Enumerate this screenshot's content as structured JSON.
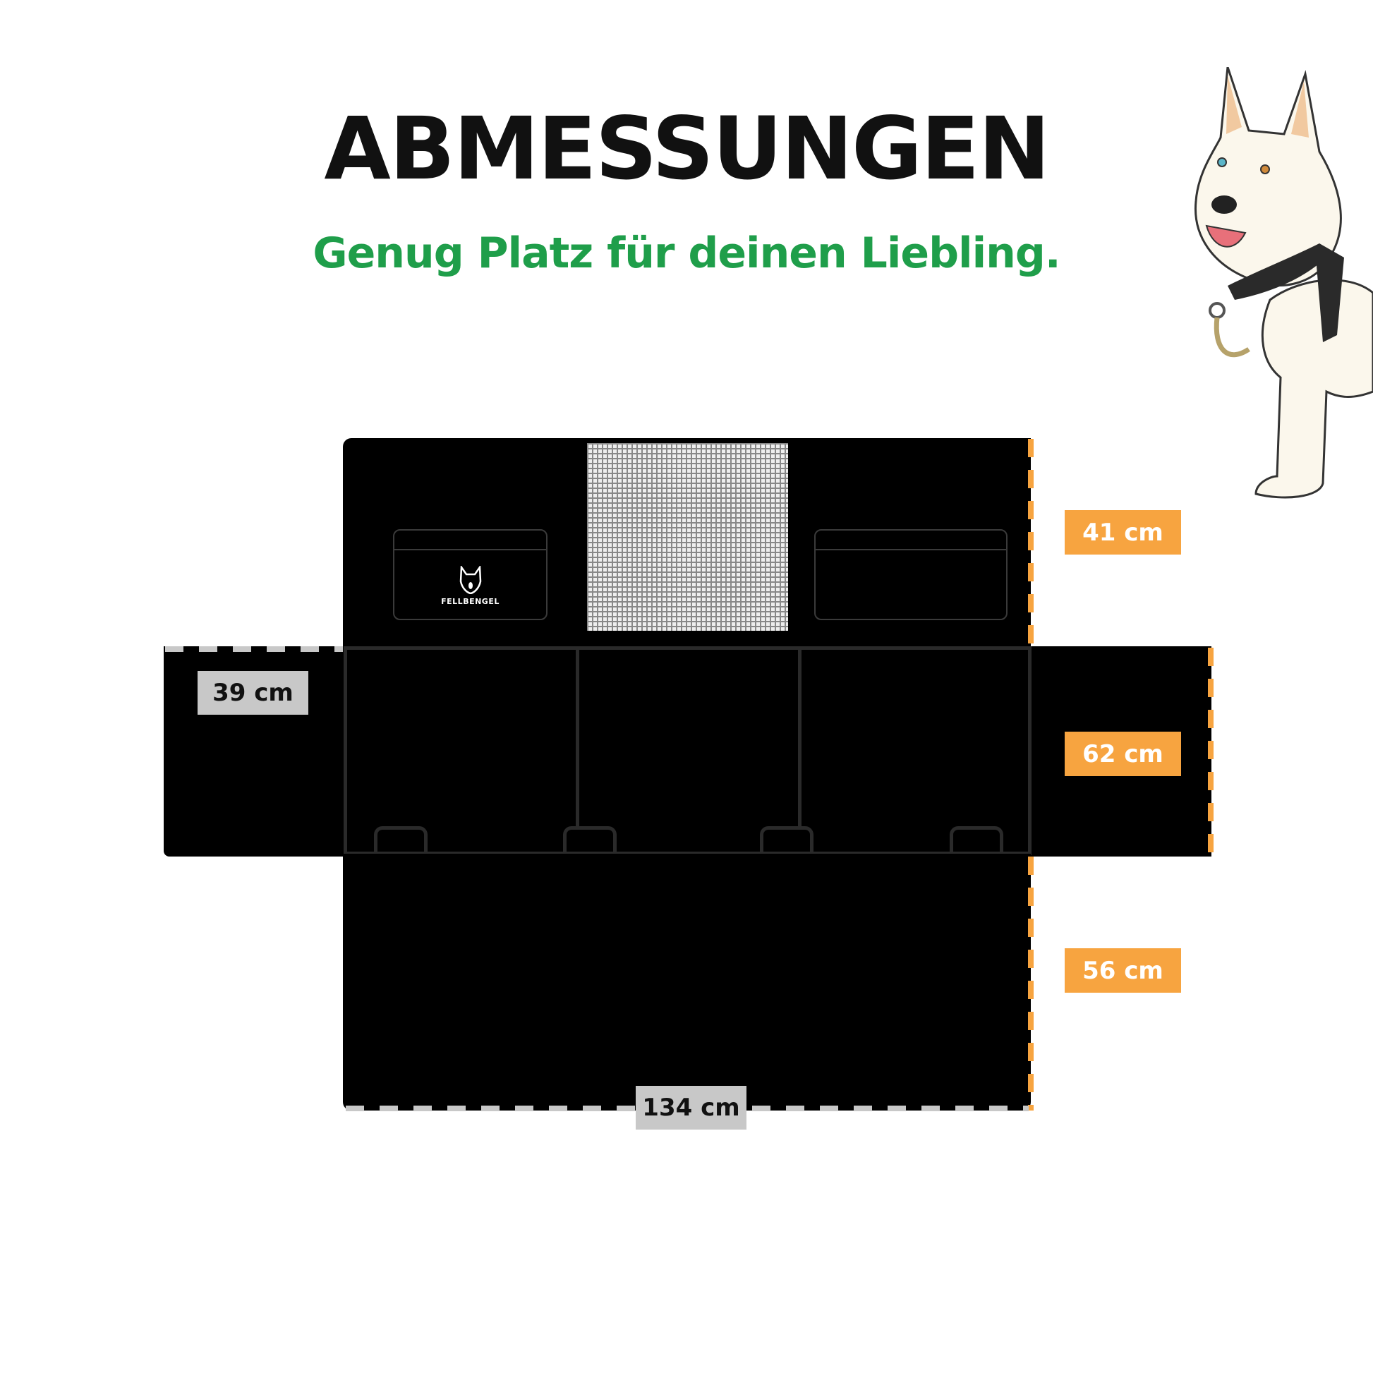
{
  "header": {
    "title": "ABMESSUNGEN",
    "subtitle": "Genug Platz für deinen Liebling."
  },
  "product": {
    "brand_logo_text": "FELLBENGEL"
  },
  "dimensions": {
    "back_height": "41 cm",
    "seat_depth": "62 cm",
    "front_flap": "56 cm",
    "side_flap": "39 cm",
    "width": "134 cm"
  },
  "colors": {
    "accent_orange": "#f7a440",
    "accent_green": "#1f9e4a",
    "dimension_gray": "#c8c8c8",
    "cover": "#000000"
  },
  "illustration": "husky-dog-with-harness"
}
